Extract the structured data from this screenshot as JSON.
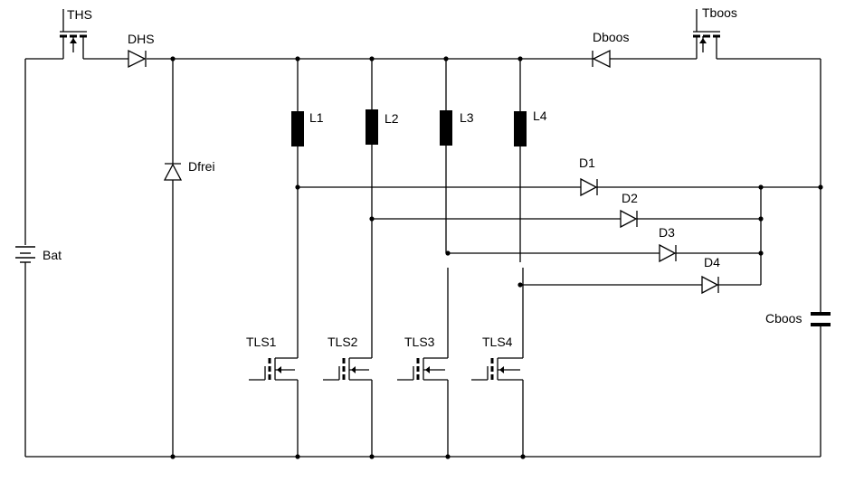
{
  "diagram": {
    "components": {
      "ths": "THS",
      "tboos": "Tboos",
      "dhs": "DHS",
      "dboos": "Dboos",
      "dfrei": "Dfrei",
      "bat": "Bat",
      "cboos": "Cboos",
      "l1": "L1",
      "l2": "L2",
      "l3": "L3",
      "l4": "L4",
      "d1": "D1",
      "d2": "D2",
      "d3": "D3",
      "d4": "D4",
      "tls1": "TLS1",
      "tls2": "TLS2",
      "tls3": "TLS3",
      "tls4": "TLS4"
    },
    "colors": {
      "wire": "#000000",
      "background": "#ffffff"
    }
  }
}
